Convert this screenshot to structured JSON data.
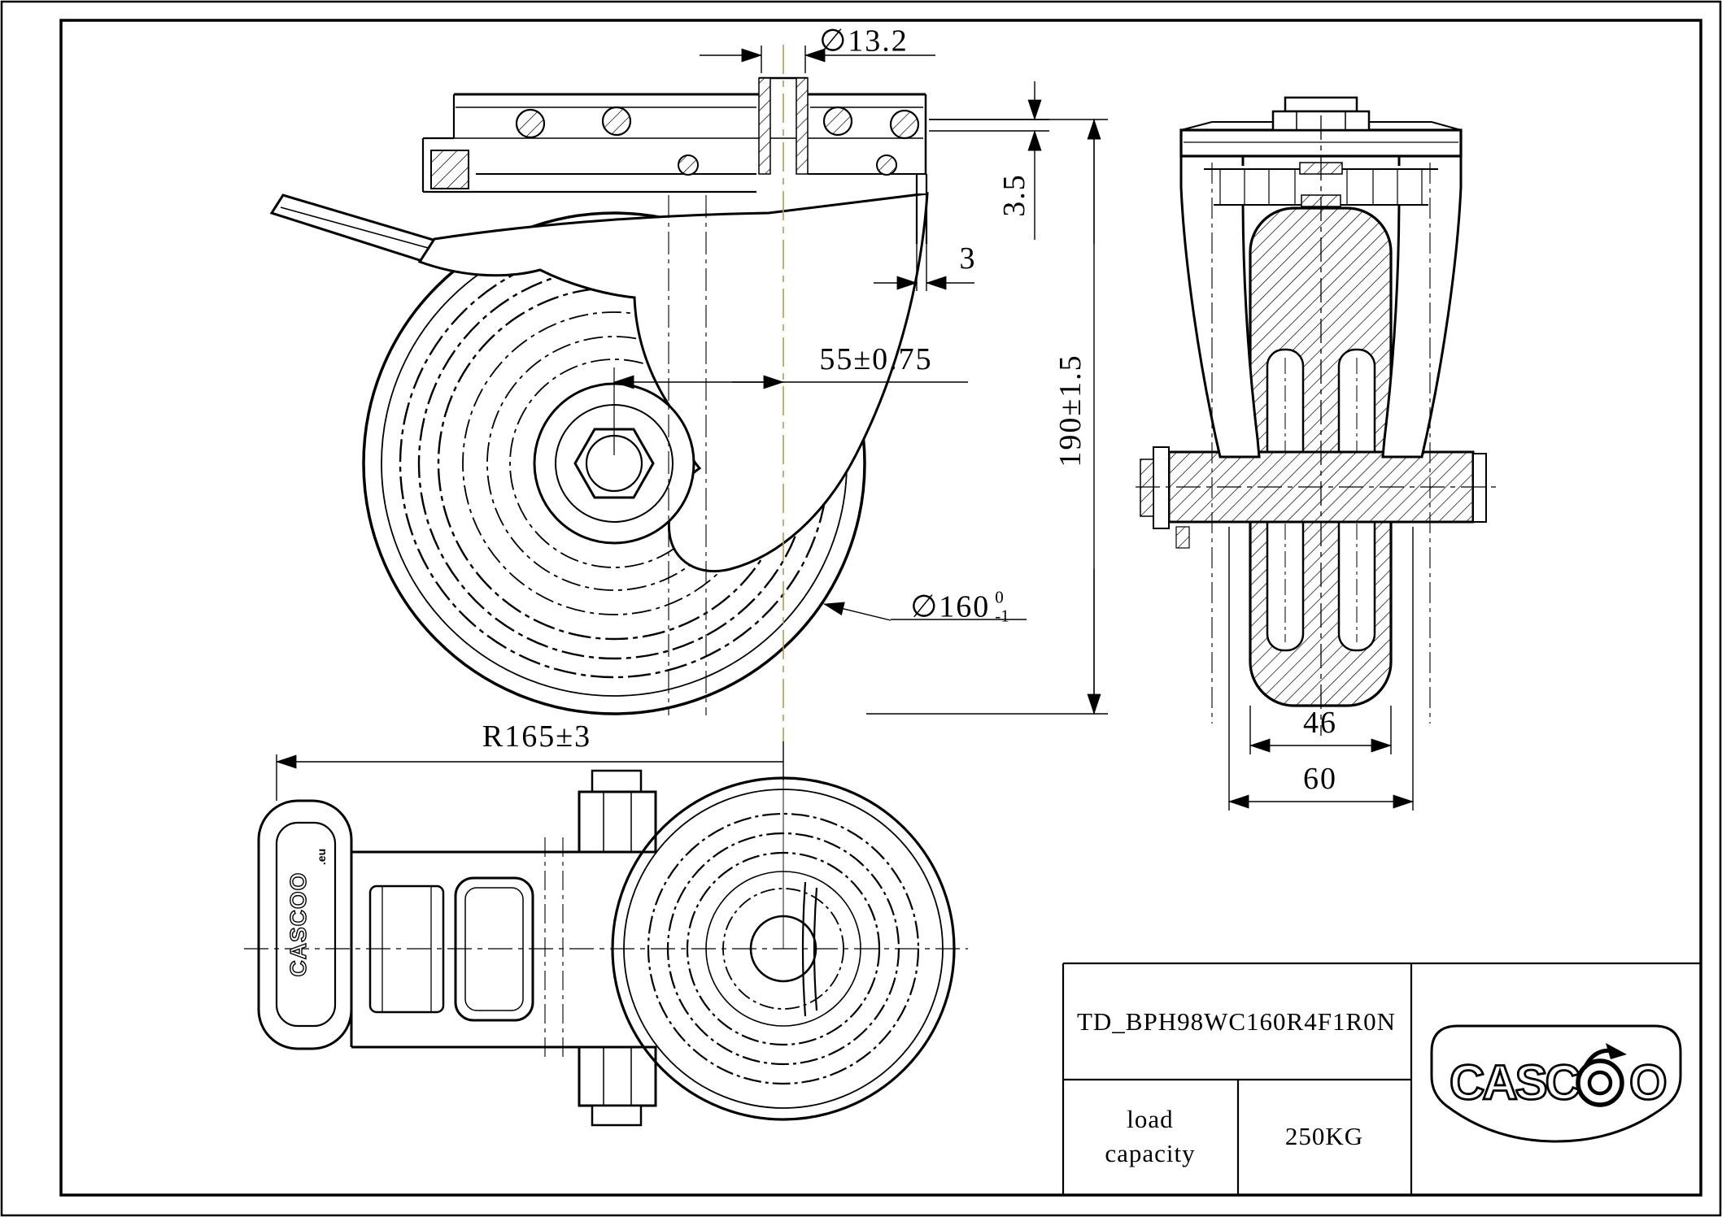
{
  "dimensions": {
    "bolt_hole_diameter": "∅13.2",
    "plate_seat_height": "3.5",
    "expander_thickness": "3",
    "wheel_center_offset": "55±0.75",
    "overall_height": "190±1.5",
    "wheel_diameter": "∅160",
    "wheel_diameter_tol_upper": "0",
    "wheel_diameter_tol_lower": "-1",
    "wheel_width": "46",
    "hub_width": "60",
    "swivel_radius": "R165±3"
  },
  "title_block": {
    "part_number": "TD_BPH98WC160R4F1R0N",
    "load_capacity_line1": "load",
    "load_capacity_line2": "capacity",
    "load_capacity_value": "250KG"
  },
  "branding": {
    "logo_prefix": "CASC",
    "logo_suffix": "O",
    "pedal_brand": "CASCOO",
    "pedal_brand_suffix": ".eu"
  }
}
